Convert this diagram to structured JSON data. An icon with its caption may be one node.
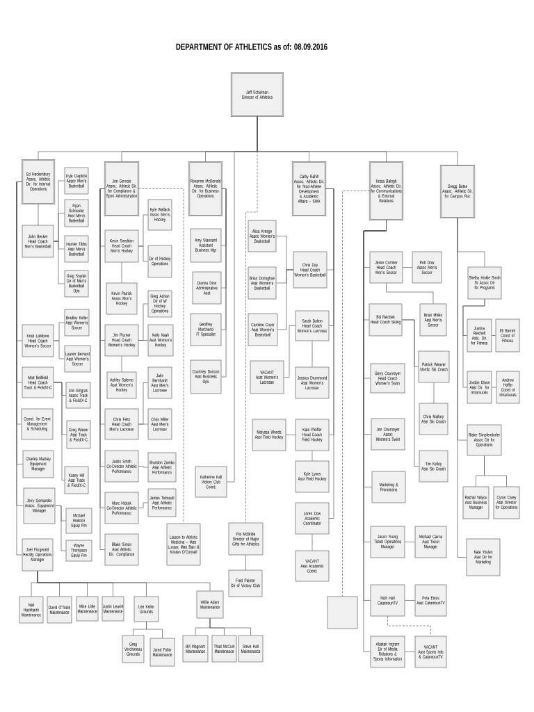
{
  "diagram": {
    "title": "DEPARTMENT OF ATHLETICS as of: 08.09.2016",
    "nodes": [
      {
        "text": [
          "Jeff Schulman",
          "Director of Athletics"
        ]
      },
      {
        "text": [
          "Ed Hockenbury",
          "Assoc. Athletic Dir. for Internal Operations"
        ]
      },
      {
        "text": [
          "Joe Gervais",
          "Assoc. Athletic Dir. for Compliance & Sport Administration"
        ]
      },
      {
        "text": [
          "Roxanne McDonald",
          "Assoc. Athletic Dir. for Business Operations"
        ]
      },
      {
        "text": [
          "Cathy Rahill",
          "Assoc. Athletic Dir. for Stud-Athlete Development & Academic Affairs – SWA"
        ]
      },
      {
        "text": [
          "Krista Balogh",
          "Assoc. Athletic Dir. for Communications & External Relations"
        ]
      },
      {
        "text": [
          "Gregg Bates",
          "Assoc. Athletic Dir. for Campus Rec"
        ]
      },
      {
        "text": [
          "Kyle Cieplicki",
          "Assoc Men's Basketball"
        ]
      },
      {
        "text": [
          "Ryan Schneider",
          "Asst Men's Basketball"
        ]
      },
      {
        "text": [
          "John Becker",
          "Head Coach Men's Basketball"
        ]
      },
      {
        "text": [
          "Hamlet Tibbs",
          "Asst Men's Basketball"
        ]
      },
      {
        "text": [
          "Greg Snyder",
          "Dir of Men's Basketball Ops"
        ]
      },
      {
        "text": [
          "Bradley Keller",
          "Asst Women's Soccer"
        ]
      },
      {
        "text": [
          "Kristi Lafebvre",
          "Head Coach Women's Soccer"
        ]
      },
      {
        "text": [
          "Lauren Bernard",
          "Asst Women's Soccer"
        ]
      },
      {
        "text": [
          "Matt Bellfield",
          "Head Coach Track & Field/X-C"
        ]
      },
      {
        "text": [
          "Joe Gingras",
          "Assoc Track & Field/X-C"
        ]
      },
      {
        "text": [
          "Coord. for Event Management & Scheduling"
        ]
      },
      {
        "text": [
          "Greg Wisser",
          "Asst Track & Field/X-C"
        ]
      },
      {
        "text": [
          "Charles Mackey",
          "Equipment Manager"
        ]
      },
      {
        "text": [
          "Kasey Hill",
          "Asst Track & Field/X-C"
        ]
      },
      {
        "text": [
          "Jerry Gemander",
          "Assoc. Equipment Manager"
        ]
      },
      {
        "text": [
          "Michael Walston",
          "Equip Rm"
        ]
      },
      {
        "text": [
          "Wayne Thompson",
          "Equip Rm"
        ]
      },
      {
        "text": [
          "Joel Fitzgerald",
          "Facility Operations Manager"
        ]
      },
      {
        "text": [
          "Neil Hackbarth",
          "Maintenance"
        ]
      },
      {
        "text": [
          "David O'Toole",
          "Maintenance"
        ]
      },
      {
        "text": [
          "Mike Little",
          "Maintenance"
        ]
      },
      {
        "text": [
          "Justin Leavitt",
          "Maintenance"
        ]
      },
      {
        "text": [
          "Lee Keller",
          "Grounds"
        ]
      },
      {
        "text": [
          "Willie Adam",
          "Maintenance"
        ]
      },
      {
        "text": [
          "Greg Verchereau",
          "Grounds"
        ]
      },
      {
        "text": [
          "Jared Fuller",
          "Maintenance"
        ]
      },
      {
        "text": [
          "Bill Magnant",
          "Maintenance"
        ]
      },
      {
        "text": [
          "Thad McCuin",
          "Maintenance"
        ]
      },
      {
        "text": [
          "Steve Hall",
          "Maintenance"
        ]
      },
      {
        "text": [
          "Kyle Wallack",
          "Assoc Men's Hockey"
        ]
      },
      {
        "text": [
          "Kevin Sneddon",
          "Head Coach Men's Hockey"
        ]
      },
      {
        "text": [
          "Dir of Hockey Operations"
        ]
      },
      {
        "text": [
          "Kevin Patrick",
          "Assoc Men's Hockey"
        ]
      },
      {
        "text": [
          "Greg Adrian",
          "Dir of W Hockey Operations"
        ]
      },
      {
        "text": [
          "Jim Plumer",
          "Head Coach Women's Hockey"
        ]
      },
      {
        "text": [
          "Kelly Nash",
          "Asst Women's Hockey"
        ]
      },
      {
        "text": [
          "Ashley Salerno",
          "Asst Women's Hockey"
        ]
      },
      {
        "text": [
          "Jake Bernhardt",
          "Asst Men's Lacrosse"
        ]
      },
      {
        "text": [
          "Chris Feltz",
          "Head Coach Men's Lacrosse"
        ]
      },
      {
        "text": [
          "Chris Miller",
          "Asst Men's Lacrosse"
        ]
      },
      {
        "text": [
          "Justin Smith",
          "Co-Director Athletic Performance"
        ]
      },
      {
        "text": [
          "Brandon Zamka",
          "Asst Athletic Performance"
        ]
      },
      {
        "text": [
          "Marc Hickok",
          "Co-Director Athletic Performance"
        ]
      },
      {
        "text": [
          "James Tetreault",
          "Asst Athletic Performance"
        ]
      },
      {
        "text": [
          "Blake Simon",
          "Asst Athletic Dir. Compliance"
        ]
      },
      {
        "text": [
          "Liaison to Athletic Medicine – Matt Lunsar, Matt Bain & Kristen O'Connell"
        ]
      },
      {
        "text": [
          "Amy Stannard",
          "Assistant Business Mgr"
        ]
      },
      {
        "text": [
          "Dianna Dion",
          "Administrative Asst"
        ]
      },
      {
        "text": [
          "Geoffrey Marchand",
          "IT Specialist"
        ]
      },
      {
        "text": [
          "Courtney Duncan",
          "Asst Business Ops"
        ]
      },
      {
        "text": [
          "Katherine Hall",
          "Victory Club Coord."
        ]
      },
      {
        "text": [
          "Pat McBride",
          "Director of Major Gifts for Athletics"
        ]
      },
      {
        "text": [
          "Fred Palmer",
          "Dir of Victory Club"
        ]
      },
      {
        "text": [
          "Alisa Kresge",
          "Assoc Women's Basketball"
        ]
      },
      {
        "text": [
          "Chris Day",
          "Head Coach Women's Basketball"
        ]
      },
      {
        "text": [
          "Brian Donoghue",
          "Asst Women's Basketball"
        ]
      },
      {
        "text": [
          "Caroline Coyer",
          "Asst Women's Basketball"
        ]
      },
      {
        "text": [
          "Sarah Dalton",
          "Head Coach Women's Lacrosse"
        ]
      },
      {
        "text": [
          "VACANT",
          "Asst Women's Lacrosse"
        ]
      },
      {
        "text": [
          "Jessica Drummond",
          "Asst Women's Lacrosse"
        ]
      },
      {
        "text": [
          "Melyssa Woods",
          "Asst Field Hockey"
        ]
      },
      {
        "text": [
          "Kate Pfeiffer",
          "Head Coach Field Hockey"
        ]
      },
      {
        "text": [
          "Kyle Lyons",
          "Asst Field Hockey"
        ]
      },
      {
        "text": [
          "Loren Dow",
          "Academic Coordinator"
        ]
      },
      {
        "text": [
          "VACANT",
          "Asst Academic Coord."
        ]
      },
      {
        "text": [],
        "shape": "box"
      },
      {
        "text": [
          "Jesse Cormier",
          "Head Coach Men's Soccer"
        ]
      },
      {
        "text": [
          "Rob Dow",
          "Assoc Men's Soccer"
        ]
      },
      {
        "text": [
          "Bill Reichelt",
          "Head Coach Skiing"
        ]
      },
      {
        "text": [
          "Brian Mitiko",
          "Asst Men's Soccer"
        ]
      },
      {
        "text": [
          "Patrick Weaver",
          "Nordic Ski Coach"
        ]
      },
      {
        "text": [
          "Gerry Cournoyer",
          "Head Coach Women's Swim"
        ]
      },
      {
        "text": [
          "Chris Mallory",
          "Asst Ski Coach"
        ]
      },
      {
        "text": [
          "Jen Cournoyer",
          "Assoc Women's Swim"
        ]
      },
      {
        "text": [
          "Tim Kelley",
          "Asst Ski Coach"
        ]
      },
      {
        "text": [
          "Marketing & Promotions"
        ]
      },
      {
        "text": [
          "Jason Young",
          "Ticket Operations Manager"
        ]
      },
      {
        "text": [
          "Michael Cairns",
          "Asst Ticket Manager"
        ]
      },
      {
        "text": [
          "Nich Hall",
          "CatamounTV"
        ]
      },
      {
        "text": [
          "Peta Estes",
          "Asst CatamounTV"
        ]
      },
      {
        "text": [
          "Alastair Ingram",
          "Dir of Media Relations & Sports Information"
        ]
      },
      {
        "text": [
          "VACANT",
          "Asst Sports Info & CatamounTV"
        ]
      },
      {
        "text": [
          "Shelby Hinkle Smith",
          "Sr Assoc Dir for Programs"
        ]
      },
      {
        "text": [
          "Justina Reichelt",
          "Asst. Dir. for Fitness"
        ]
      },
      {
        "text": [
          "Eli Barrett",
          "Coord of Fitness"
        ]
      },
      {
        "text": [
          "Jordan Olson",
          "Asst Dir. for Intramurals"
        ]
      },
      {
        "text": [
          "Andrew Hoffer",
          "Coord of Intramurals"
        ]
      },
      {
        "text": [
          "Blake Simpfendorfer",
          "Assoc Dir for Operations"
        ]
      },
      {
        "text": [
          "Rachal Valyou",
          "Asst Business Manager"
        ]
      },
      {
        "text": [
          "Cyrus Carey",
          "Asst Director for Operations"
        ]
      },
      {
        "text": [
          "Kate Youlen",
          "Asst Dir for Marketing"
        ]
      }
    ],
    "edges": [
      {
        "from": 0,
        "to": 1,
        "arrow": "none"
      },
      {
        "from": 0,
        "to": 2,
        "arrow": "none"
      },
      {
        "from": 0,
        "to": 3,
        "arrow": "none"
      },
      {
        "from": 0,
        "to": 4,
        "arrow": "none"
      },
      {
        "from": 0,
        "to": 5,
        "arrow": "none"
      },
      {
        "from": 0,
        "to": 6,
        "arrow": "none"
      },
      {
        "from": 0,
        "to": 57,
        "arrow": "none"
      },
      {
        "from": 0,
        "to": 58,
        "arrow": "none",
        "style": "dashed"
      },
      {
        "from": 1,
        "to": 9,
        "arrow": "none"
      },
      {
        "from": 9,
        "to": 7,
        "arrow": "none"
      },
      {
        "from": 9,
        "to": 8,
        "arrow": "none"
      },
      {
        "from": 9,
        "to": 10,
        "arrow": "none"
      },
      {
        "from": 9,
        "to": 11,
        "arrow": "none"
      },
      {
        "from": 1,
        "to": 13,
        "arrow": "none"
      },
      {
        "from": 1,
        "to": 15,
        "arrow": "none"
      },
      {
        "from": 1,
        "to": 17,
        "arrow": "none"
      },
      {
        "from": 1,
        "to": 19,
        "arrow": "none"
      },
      {
        "from": 1,
        "to": 21,
        "arrow": "none"
      },
      {
        "from": 1,
        "to": 24,
        "arrow": "none"
      },
      {
        "from": 13,
        "to": 12,
        "arrow": "none"
      },
      {
        "from": 13,
        "to": 14,
        "arrow": "none"
      },
      {
        "from": 15,
        "to": 16,
        "arrow": "none"
      },
      {
        "from": 15,
        "to": 18,
        "arrow": "none"
      },
      {
        "from": 15,
        "to": 20,
        "arrow": "none"
      },
      {
        "from": 21,
        "to": 22,
        "arrow": "none"
      },
      {
        "from": 21,
        "to": 23,
        "arrow": "none"
      },
      {
        "from": 24,
        "to": 25,
        "arrow": "none"
      },
      {
        "from": 24,
        "to": 26,
        "arrow": "none"
      },
      {
        "from": 24,
        "to": 27,
        "arrow": "none"
      },
      {
        "from": 24,
        "to": 28,
        "arrow": "none"
      },
      {
        "from": 24,
        "to": 29,
        "arrow": "none"
      },
      {
        "from": 24,
        "to": 30,
        "arrow": "none"
      },
      {
        "from": 29,
        "to": 31,
        "arrow": "none"
      },
      {
        "from": 29,
        "to": 32,
        "arrow": "none"
      },
      {
        "from": 30,
        "to": 33,
        "arrow": "none"
      },
      {
        "from": 30,
        "to": 34,
        "arrow": "none"
      },
      {
        "from": 30,
        "to": 35,
        "arrow": "none"
      },
      {
        "from": 2,
        "to": 37,
        "arrow": "none"
      },
      {
        "from": 2,
        "to": 41,
        "arrow": "none"
      },
      {
        "from": 2,
        "to": 45,
        "arrow": "none"
      },
      {
        "from": 2,
        "to": 47,
        "arrow": "none"
      },
      {
        "from": 2,
        "to": 49,
        "arrow": "none"
      },
      {
        "from": 2,
        "to": 51,
        "arrow": "none"
      },
      {
        "from": 2,
        "to": 52,
        "arrow": "none",
        "style": "dashed"
      },
      {
        "from": 37,
        "to": 36,
        "arrow": "none"
      },
      {
        "from": 37,
        "to": 38,
        "arrow": "none"
      },
      {
        "from": 37,
        "to": 39,
        "arrow": "none"
      },
      {
        "from": 41,
        "to": 40,
        "arrow": "none"
      },
      {
        "from": 41,
        "to": 42,
        "arrow": "none"
      },
      {
        "from": 41,
        "to": 43,
        "arrow": "none"
      },
      {
        "from": 45,
        "to": 44,
        "arrow": "none"
      },
      {
        "from": 45,
        "to": 46,
        "arrow": "none"
      },
      {
        "from": 47,
        "to": 48,
        "arrow": "none"
      },
      {
        "from": 49,
        "to": 50,
        "arrow": "none"
      },
      {
        "from": 3,
        "to": 53,
        "arrow": "none"
      },
      {
        "from": 3,
        "to": 54,
        "arrow": "none"
      },
      {
        "from": 3,
        "to": 55,
        "arrow": "none"
      },
      {
        "from": 3,
        "to": 56,
        "arrow": "none"
      },
      {
        "from": 58,
        "to": 59,
        "arrow": "none"
      },
      {
        "from": 4,
        "to": 61,
        "arrow": "none"
      },
      {
        "from": 4,
        "to": 64,
        "arrow": "none"
      },
      {
        "from": 4,
        "to": 68,
        "arrow": "none"
      },
      {
        "from": 4,
        "to": 70,
        "arrow": "none"
      },
      {
        "from": 61,
        "to": 60,
        "arrow": "none"
      },
      {
        "from": 61,
        "to": 62,
        "arrow": "none"
      },
      {
        "from": 61,
        "to": 63,
        "arrow": "none"
      },
      {
        "from": 64,
        "to": 65,
        "arrow": "none"
      },
      {
        "from": 64,
        "to": 66,
        "arrow": "none"
      },
      {
        "from": 68,
        "to": 67,
        "arrow": "none"
      },
      {
        "from": 68,
        "to": 69,
        "arrow": "none"
      },
      {
        "from": 70,
        "to": 71,
        "arrow": "none"
      },
      {
        "from": 5,
        "to": 72,
        "arrow": "none",
        "style": "dashed"
      },
      {
        "from": 5,
        "to": 73,
        "arrow": "none"
      },
      {
        "from": 5,
        "to": 75,
        "arrow": "none"
      },
      {
        "from": 5,
        "to": 78,
        "arrow": "none"
      },
      {
        "from": 5,
        "to": 80,
        "arrow": "none"
      },
      {
        "from": 5,
        "to": 82,
        "arrow": "none"
      },
      {
        "from": 5,
        "to": 83,
        "arrow": "none"
      },
      {
        "from": 5,
        "to": 85,
        "arrow": "none"
      },
      {
        "from": 5,
        "to": 87,
        "arrow": "none"
      },
      {
        "from": 73,
        "to": 74,
        "arrow": "none"
      },
      {
        "from": 73,
        "to": 76,
        "arrow": "none"
      },
      {
        "from": 75,
        "to": 77,
        "arrow": "none"
      },
      {
        "from": 75,
        "to": 81,
        "arrow": "none"
      },
      {
        "from": 77,
        "to": 79,
        "arrow": "none"
      },
      {
        "from": 83,
        "to": 84,
        "arrow": "none"
      },
      {
        "from": 85,
        "to": 86,
        "arrow": "none"
      },
      {
        "from": 85,
        "to": 88,
        "arrow": "none",
        "style": "dashed"
      },
      {
        "from": 87,
        "to": 88,
        "arrow": "none"
      },
      {
        "from": 6,
        "to": 89,
        "arrow": "none"
      },
      {
        "from": 6,
        "to": 94,
        "arrow": "none"
      },
      {
        "from": 6,
        "to": 97,
        "arrow": "none"
      },
      {
        "from": 89,
        "to": 90,
        "arrow": "none"
      },
      {
        "from": 89,
        "to": 92,
        "arrow": "none"
      },
      {
        "from": 90,
        "to": 91,
        "arrow": "none"
      },
      {
        "from": 92,
        "to": 93,
        "arrow": "none"
      },
      {
        "from": 94,
        "to": 95,
        "arrow": "none"
      },
      {
        "from": 94,
        "to": 96,
        "arrow": "none"
      }
    ]
  }
}
